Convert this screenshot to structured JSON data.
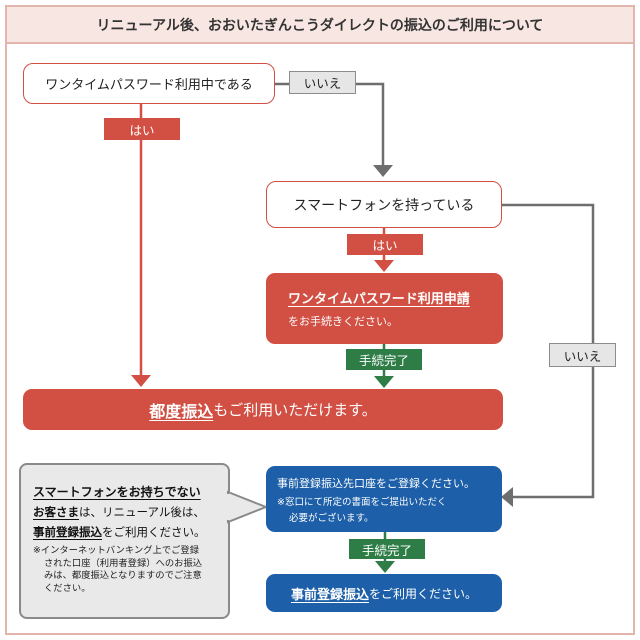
{
  "title": "リニューアル後、おおいたぎんこうダイレクトの振込のご利用について",
  "nodes": {
    "q_onetime": "ワンタイムパスワード利用中である",
    "q_smartphone": "スマートフォンを持っている",
    "apply": {
      "title": "ワンタイムパスワード利用申請",
      "body": "をお手続きください。"
    },
    "each_transfer": {
      "bold": "都度振込",
      "rest": "もご利用いただけます。"
    },
    "register_account": {
      "line1": "事前登録振込先口座をご登録ください。",
      "line2": "※窓口にて所定の書面をご提出いただく",
      "line3": "必要がございます。"
    },
    "preregistered": {
      "bold": "事前登録振込",
      "rest": "をご利用ください。"
    }
  },
  "labels": {
    "yes_1": "はい",
    "no_1": "いいえ",
    "yes_2": "はい",
    "no_2": "いいえ",
    "done_1": "手続完了",
    "done_2": "手続完了"
  },
  "note": {
    "heading": "スマートフォンをお持ちでない",
    "line2_bold": "お客さま",
    "line2_rest": "は、リニューアル後は、",
    "line3_bold": "事前登録振込",
    "line3_rest": "をご利用ください。",
    "fine1": "※インターネットバンキング上でご登録",
    "fine2": "された口座（利用者登録）へのお振込",
    "fine3": "みは、都度振込となりますのでご注意",
    "fine4": "ください。"
  },
  "colors": {
    "red": "#d14f43",
    "blue": "#1d5fa8",
    "green": "#2e7d46",
    "gray": "#6e6e6e"
  }
}
